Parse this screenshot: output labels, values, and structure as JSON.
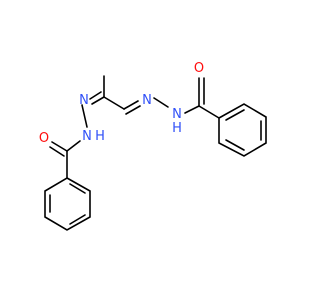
{
  "molecule": {
    "atoms": {
      "o_right": {
        "symbol": "O",
        "color": "#ff0d0d"
      },
      "n_right": {
        "symbol": "N",
        "color": "#3050f8"
      },
      "nh_right": {
        "symbol": "N",
        "h": "H",
        "color": "#3050f8"
      },
      "n_left": {
        "symbol": "N",
        "color": "#3050f8"
      },
      "nh_left": {
        "symbol": "N",
        "h": "H",
        "color": "#3050f8"
      },
      "o_left": {
        "symbol": "O",
        "color": "#ff0d0d"
      }
    },
    "bond_color": "#000000"
  }
}
